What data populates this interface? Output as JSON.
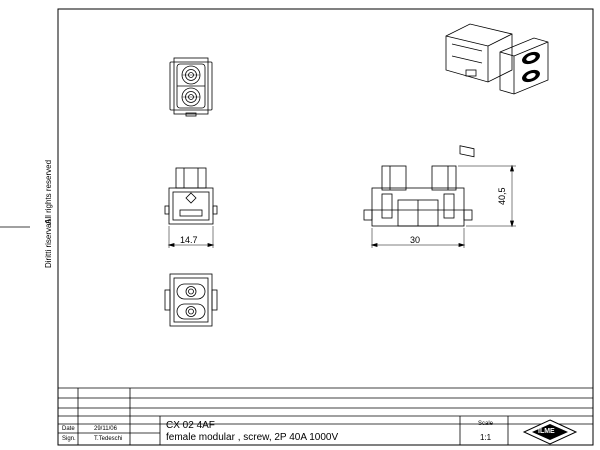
{
  "margin_text": {
    "rights_en": "All rights reserved",
    "rights_it": "Diritti riservati"
  },
  "dimensions": {
    "front_width": "14.7",
    "side_width": "30",
    "side_height": "40,5"
  },
  "title_block": {
    "date_label": "Date",
    "date_value": "29/11/06",
    "sign_label": "Sign.",
    "sign_value": "T.Tedeschi",
    "code": "CX 02 4AF",
    "description": "female modular , screw, 2P 40A 1000V",
    "scale_label": "Scale",
    "scale_value": "1:1",
    "logo_text": "ILME"
  }
}
